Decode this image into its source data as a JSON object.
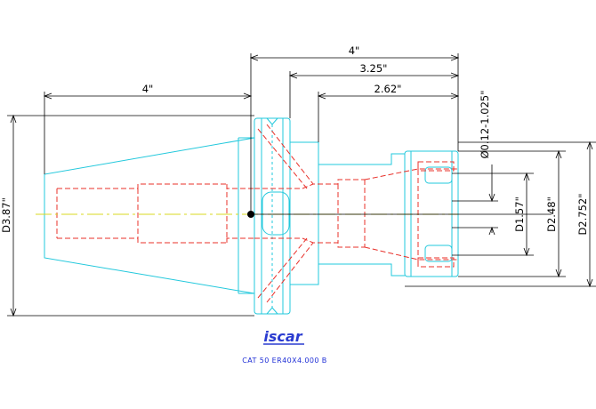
{
  "drawing": {
    "logo": "iscar",
    "caption": "CAT 50 ER40X4.000 B",
    "colors": {
      "outline": "#22c8dc",
      "hidden": "#e8302a",
      "center": "#d8d820",
      "dimension": "#000000",
      "caption": "#1f2fd6"
    },
    "dimensions": {
      "overall_left_length": "4\"",
      "overall_right_length": "4\"",
      "length_325": "3.25\"",
      "length_262": "2.62\"",
      "clamp_range": "Ø0.12-1.025\"",
      "d1": "D1.57\"",
      "d2": "D2.48\"",
      "d3": "D2.752\"",
      "flange_dia": "D3.87\""
    }
  }
}
